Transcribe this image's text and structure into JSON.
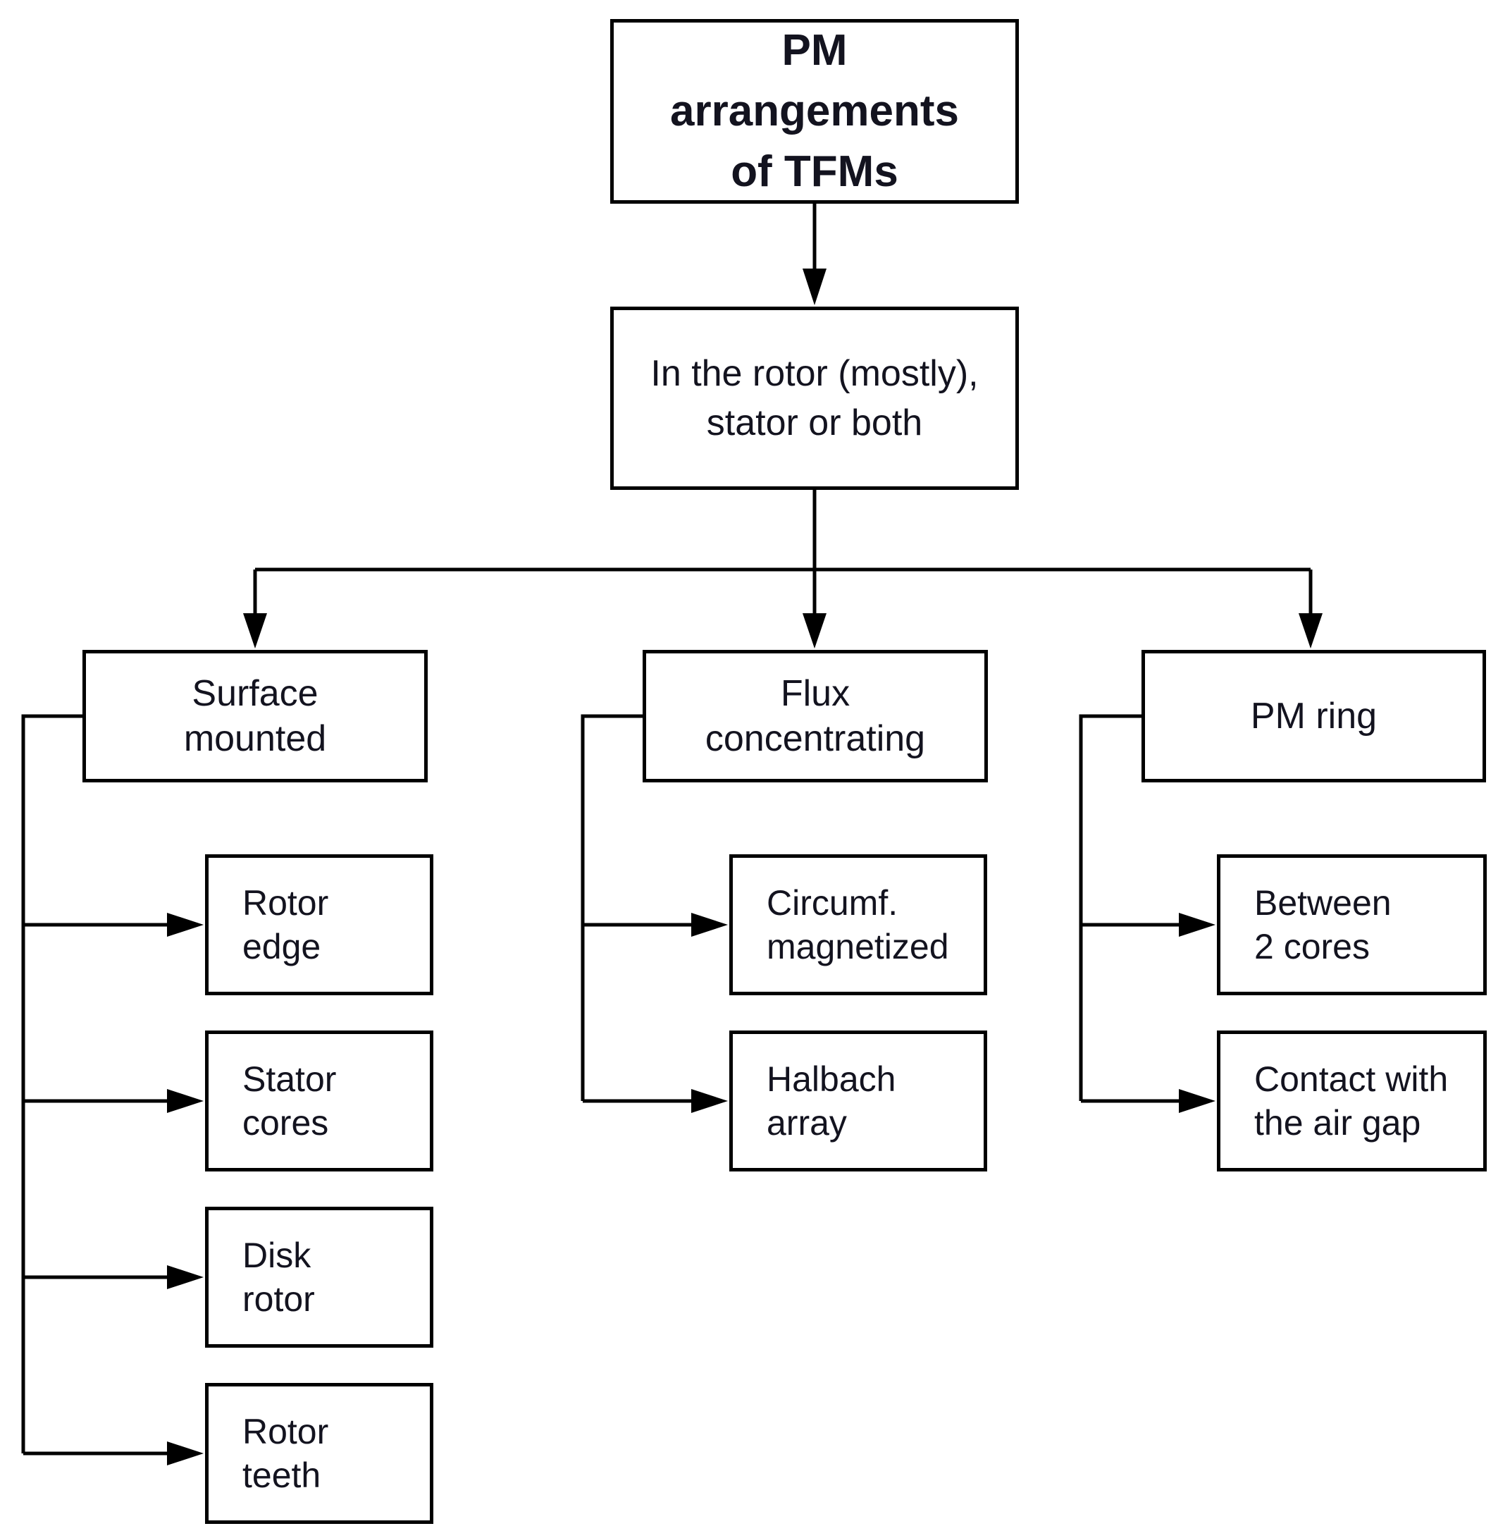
{
  "diagram": {
    "title": "PM arrangements of TFMs",
    "colors": {
      "background": "#ffffff",
      "line": "#000000",
      "text": "#13131f"
    },
    "nodes": {
      "root": {
        "label": "PM\narrangements\nof TFMs"
      },
      "placement": {
        "label": "In the rotor (mostly),\nstator or both"
      },
      "branches": [
        {
          "id": "surface-mounted",
          "label": "Surface\nmounted",
          "children": [
            {
              "label": "Rotor\nedge"
            },
            {
              "label": "Stator\ncores"
            },
            {
              "label": "Disk\nrotor"
            },
            {
              "label": "Rotor\nteeth"
            }
          ]
        },
        {
          "id": "flux-concentrating",
          "label": "Flux\nconcentrating",
          "children": [
            {
              "label": "Circumf.\nmagnetized"
            },
            {
              "label": "Halbach\narray"
            }
          ]
        },
        {
          "id": "pm-ring",
          "label": "PM ring",
          "children": [
            {
              "label": "Between\n2 cores"
            },
            {
              "label": "Contact with\nthe air gap"
            }
          ]
        }
      ]
    }
  }
}
